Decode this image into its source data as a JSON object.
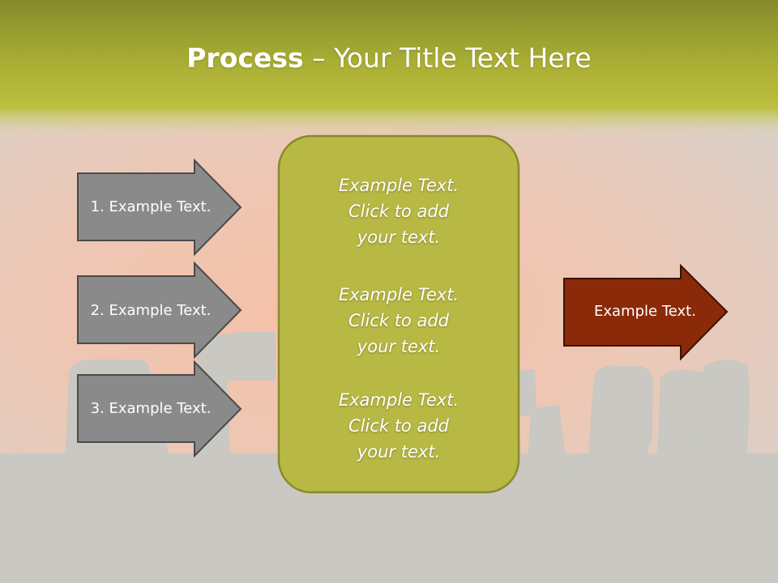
{
  "title": {
    "bold_part": "Process",
    "separator": " – ",
    "rest": "Your Title Text Here"
  },
  "left_arrows": [
    {
      "label": "1. Example Text."
    },
    {
      "label": "2. Example Text."
    },
    {
      "label": "3. Example Text."
    }
  ],
  "center_box": {
    "blocks": [
      {
        "line1": "Example Text.",
        "line2": "Click  to add",
        "line3": "your text."
      },
      {
        "line1": "Example Text.",
        "line2": "Click  to add",
        "line3": "your text."
      },
      {
        "line1": "Example Text.",
        "line2": "Click  to add",
        "line3": "your text."
      }
    ]
  },
  "right_arrow": {
    "label": "Example Text."
  },
  "colors": {
    "header_green": "#b7bb3c",
    "box_fill": "#b8b844",
    "box_border": "#8a8a2a",
    "gray_arrow": "#8a8a8a",
    "red_arrow": "#8b2a08",
    "sky_pink": "#f2c4ac",
    "stone_gray": "#c9c8c2"
  }
}
